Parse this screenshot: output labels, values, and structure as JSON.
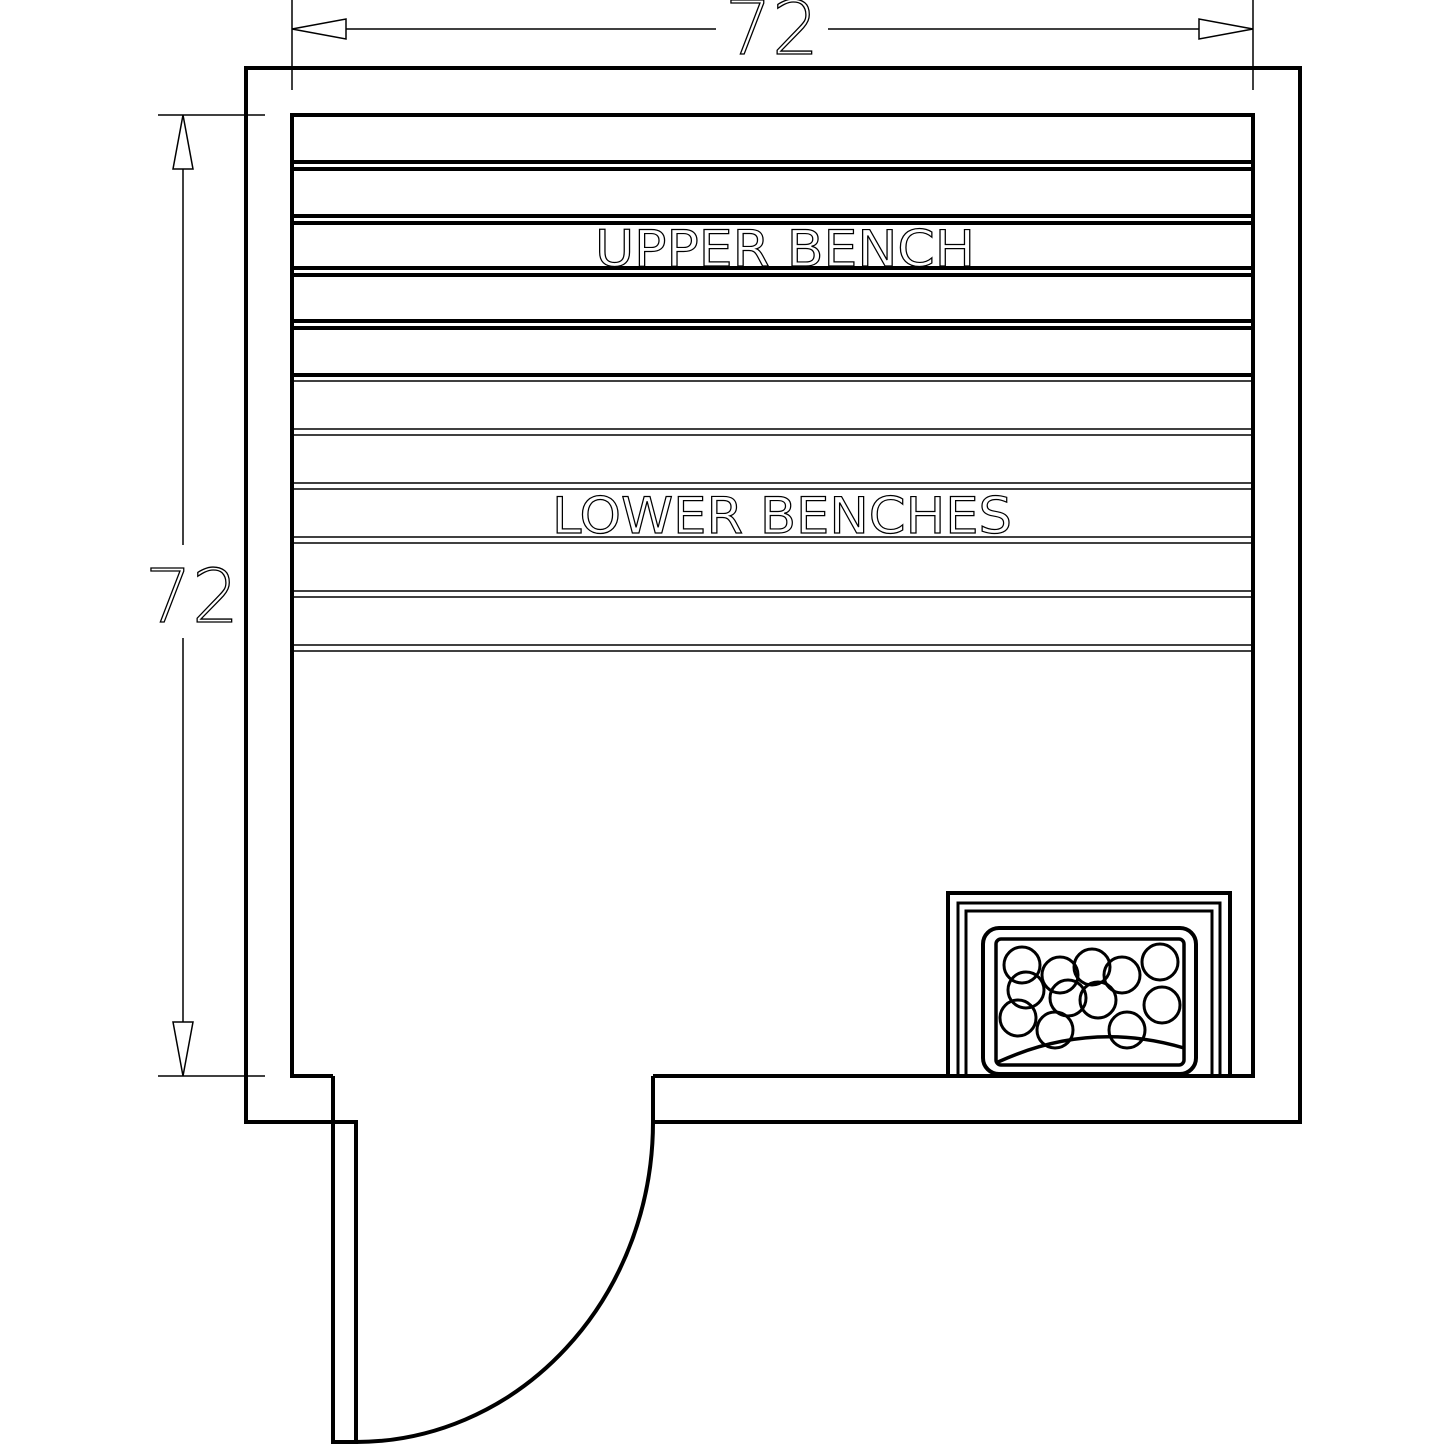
{
  "dimensions": {
    "width_label": "72",
    "depth_label": "72"
  },
  "labels": {
    "upper_bench": "UPPER BENCH",
    "lower_benches": "LOWER BENCHES"
  },
  "colors": {
    "line": "#000000",
    "background": "#ffffff"
  }
}
